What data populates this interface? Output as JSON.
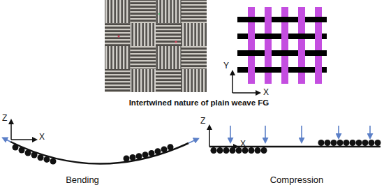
{
  "diagram": {
    "labels": [
      "Y",
      "X",
      "Intertwined nature of plain weave FG",
      "Z",
      "X",
      "Bending",
      "Z",
      "X",
      "Compression"
    ]
  }
}
